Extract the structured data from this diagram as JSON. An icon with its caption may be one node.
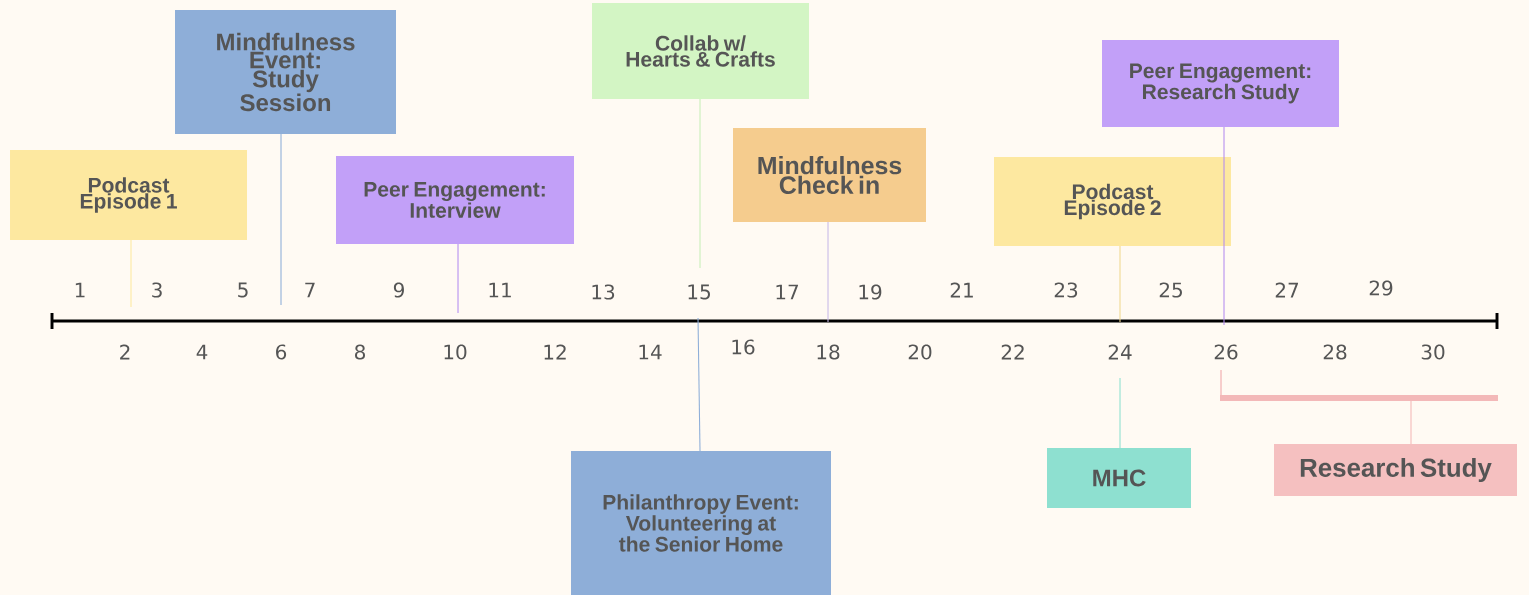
{
  "diagram": {
    "nodes": [
      {
        "text": [
          "Podcast Episode 1"
        ]
      },
      {
        "text": [
          "Mindfulness Event: Study Session"
        ]
      },
      {
        "text": [
          "Peer Engagement: Interview"
        ]
      },
      {
        "text": [
          "Collab w/ Hearts & Crafts"
        ]
      },
      {
        "text": [
          "Philanthropy Event: Volunteering at the Senior Home"
        ]
      },
      {
        "text": [
          "Mindfulness Check in"
        ]
      },
      {
        "text": [
          "Podcast Episode 2"
        ]
      },
      {
        "text": [
          "MHC"
        ]
      },
      {
        "text": [
          "Peer Engagement: Research Study"
        ]
      },
      {
        "text": [],
        "shape": "bar"
      },
      {
        "text": [
          "Research Study"
        ]
      }
    ],
    "edges": [
      {
        "from": 0,
        "to": null,
        "arrow": "none",
        "color": "#fde8a0"
      },
      {
        "from": 1,
        "to": null,
        "arrow": "none",
        "color": "#8eaed8"
      },
      {
        "from": 2,
        "to": null,
        "arrow": "none",
        "color": "#b48cf0"
      },
      {
        "from": 3,
        "to": null,
        "arrow": "none",
        "color": "#c8eeb8"
      },
      {
        "from": 4,
        "to": null,
        "arrow": "none",
        "color": "#8eaed8"
      },
      {
        "from": 5,
        "to": null,
        "arrow": "none",
        "color": "#c8b8e8"
      },
      {
        "from": 6,
        "to": null,
        "arrow": "none",
        "color": "#f0d890"
      },
      {
        "from": 7,
        "to": null,
        "arrow": "none",
        "color": "#8ee0d0"
      },
      {
        "from": 8,
        "to": null,
        "arrow": "none",
        "color": "#b48cf0"
      },
      {
        "from": 10,
        "to": 9,
        "arrow": "none",
        "color": "#f3b8b8"
      }
    ],
    "labels": [
      "1",
      "3",
      "5",
      "7",
      "9",
      "11",
      "13",
      "15",
      "17",
      "19",
      "21",
      "23",
      "25",
      "27",
      "29",
      "2",
      "4",
      "6",
      "8",
      "10",
      "12",
      "14",
      "16",
      "18",
      "20",
      "22",
      "24",
      "26",
      "28",
      "30"
    ]
  }
}
